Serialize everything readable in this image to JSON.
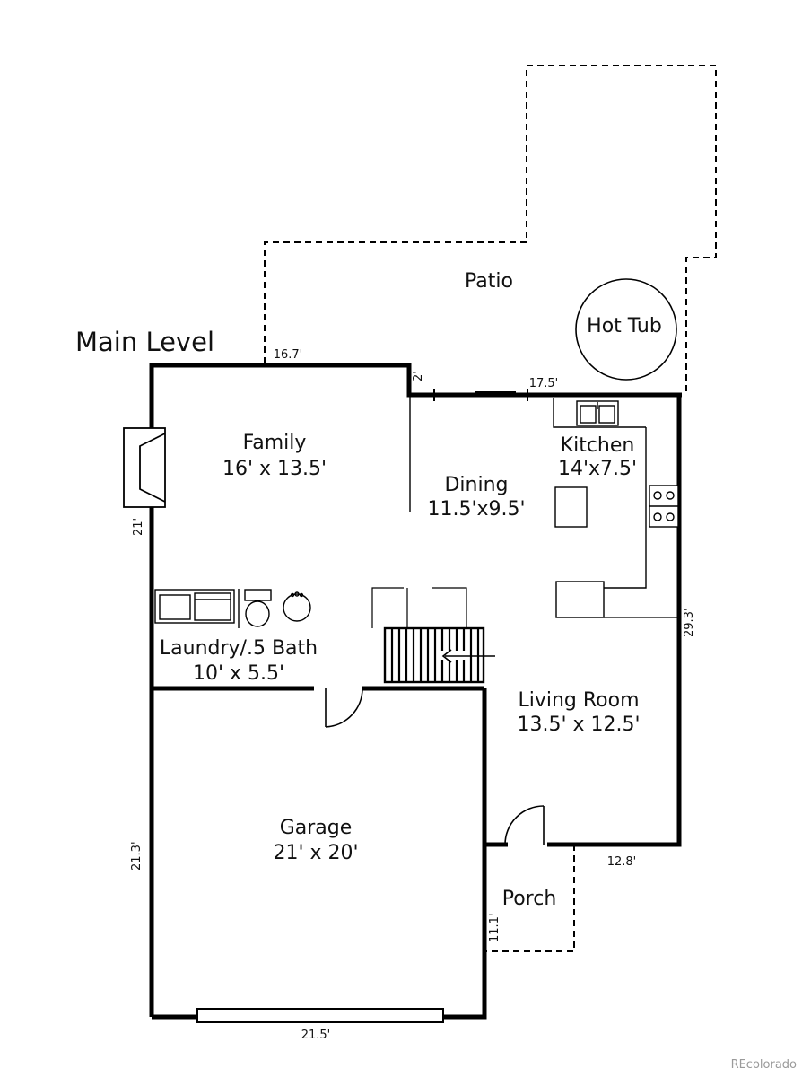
{
  "title": "Main Level",
  "rooms": {
    "patio": {
      "name": "Patio"
    },
    "hot_tub": {
      "name": "Hot Tub"
    },
    "family": {
      "name": "Family",
      "dims": "16' x 13.5'"
    },
    "dining": {
      "name": "Dining",
      "dims": "11.5'x9.5'"
    },
    "kitchen": {
      "name": "Kitchen",
      "dims": "14'x7.5'"
    },
    "laundry": {
      "name": "Laundry/.5 Bath",
      "dims": "10' x 5.5'"
    },
    "living": {
      "name": "Living Room",
      "dims": "13.5' x 12.5'"
    },
    "garage": {
      "name": "Garage",
      "dims": "21' x 20'"
    },
    "porch": {
      "name": "Porch"
    }
  },
  "dimensions": {
    "top_left": "16.7'",
    "step": "2'",
    "top_right": "17.5'",
    "left_upper": "21'",
    "left_lower": "21.3'",
    "right": "29.3'",
    "bottom": "21.5'",
    "porch_side": "11.1'",
    "bottom_right": "12.8'"
  },
  "watermark": "REcolorado",
  "colors": {
    "wall": "#000000",
    "line": "#222222",
    "background": "#ffffff",
    "watermark": "#9a9a9a"
  }
}
